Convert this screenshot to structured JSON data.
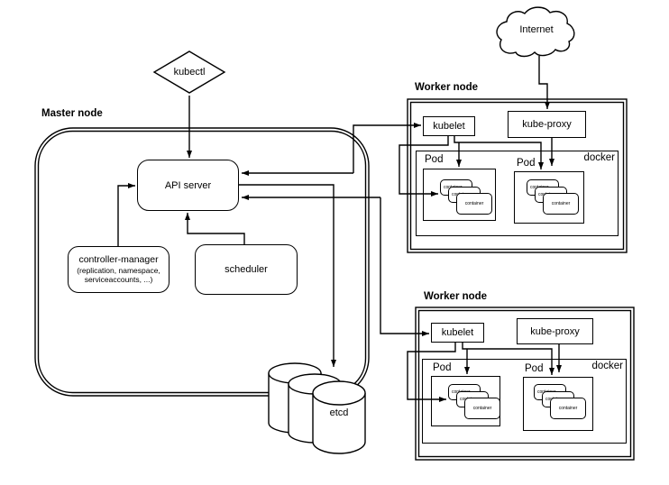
{
  "colors": {
    "line": "#000000",
    "background": "#ffffff",
    "box_fill": "#ffffff"
  },
  "internet": {
    "label": "Internet"
  },
  "kubectl": {
    "label": "kubectl"
  },
  "master": {
    "label": "Master node",
    "api_server": {
      "label": "API server"
    },
    "controller_manager": {
      "label": "controller-manager",
      "sub1": "(replication, namespace,",
      "sub2": "serviceaccounts, ...)"
    },
    "scheduler": {
      "label": "scheduler"
    },
    "etcd": {
      "label": "etcd"
    }
  },
  "workers": [
    {
      "label": "Worker node",
      "kubelet": "kubelet",
      "kube_proxy": "kube-proxy",
      "docker": "docker",
      "pods": [
        {
          "label": "Pod",
          "containers": [
            "container",
            "container",
            "container"
          ]
        },
        {
          "label": "Pod",
          "containers": [
            "container",
            "container",
            "container"
          ]
        }
      ]
    },
    {
      "label": "Worker node",
      "kubelet": "kubelet",
      "kube_proxy": "kube-proxy",
      "docker": "docker",
      "pods": [
        {
          "label": "Pod",
          "containers": [
            "container",
            "container",
            "container"
          ]
        },
        {
          "label": "Pod",
          "containers": [
            "container",
            "container",
            "container"
          ]
        }
      ]
    }
  ],
  "connections": [
    {
      "from": "kubectl",
      "to": "API server"
    },
    {
      "from": "Internet",
      "to": "kube-proxy (worker node 1)"
    },
    {
      "from": "controller-manager",
      "to": "API server"
    },
    {
      "from": "scheduler",
      "to": "API server"
    },
    {
      "from": "API server",
      "to": "etcd"
    },
    {
      "from": "API server",
      "to": "kubelet (worker node 1)",
      "bidirectional": true
    },
    {
      "from": "API server",
      "to": "kubelet (worker node 2)",
      "bidirectional": true
    },
    {
      "from": "kubelet",
      "to": "pod 1 containers"
    },
    {
      "from": "kubelet",
      "to": "pod 1 and pod 2"
    },
    {
      "from": "kube-proxy",
      "to": "pod 2"
    }
  ]
}
